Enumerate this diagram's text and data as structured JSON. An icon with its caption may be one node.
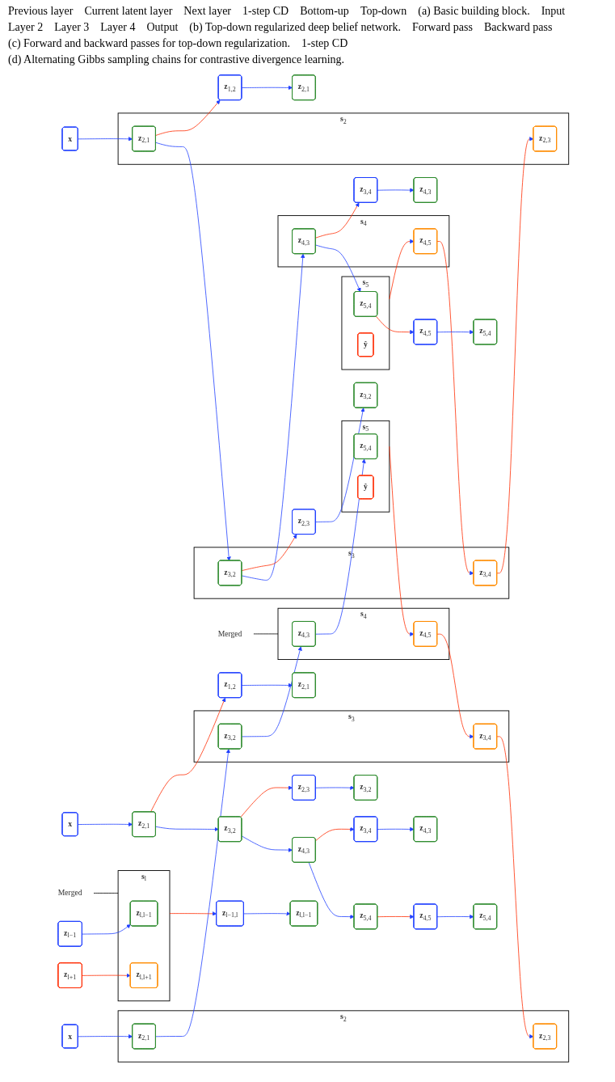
{
  "diagram": {
    "nodes": [
      {
        "text": [
          "**z**$_{l−1}$"
        ]
      },
      {
        "text": [
          "**s**$_{l}$"
        ]
      },
      {
        "text": [
          "**z**$_{l,l−1}$"
        ],
        "in": 1
      },
      {
        "text": [
          "**z**$_{l,l+1}$"
        ],
        "in": 1
      },
      {
        "text": [
          "**z**$_{l+1}$"
        ]
      },
      {
        "text": [
          "**z**$_{l−1,l}$"
        ]
      },
      {
        "text": [
          "**z**$_{l,l−1}$"
        ]
      },
      {
        "text": [
          "Merged"
        ]
      },
      {
        "text": [
          "**x**"
        ]
      },
      {
        "text": [
          "**s**$_{2}$"
        ]
      },
      {
        "text": [
          "**z**$_{2,1}$"
        ],
        "in": 9
      },
      {
        "text": [
          "**z**$_{2,3}$"
        ],
        "in": 9
      },
      {
        "text": [
          "**s**$_{3}$"
        ]
      },
      {
        "text": [
          "**z**$_{3,2}$"
        ],
        "in": 12
      },
      {
        "text": [
          "**z**$_{3,4}$"
        ],
        "in": 12
      },
      {
        "text": [
          "**s**$_{4}$"
        ]
      },
      {
        "text": [
          "**z**$_{4,3}$"
        ],
        "in": 15
      },
      {
        "text": [
          "**z**$_{4,5}$"
        ],
        "in": 15
      },
      {
        "text": [
          "**s**$_{5}$"
        ]
      },
      {
        "text": [
          "**z**$_{5,4}$"
        ],
        "in": 18
      },
      {
        "text": [
          "**ŷ**"
        ],
        "in": 18
      },
      {
        "text": [
          "**z**$_{1,2}$"
        ]
      },
      {
        "text": [
          "**z**$_{2,1}$"
        ]
      },
      {
        "text": [
          "**z**$_{2,3}$"
        ]
      },
      {
        "text": [
          "**z**$_{3,2}$"
        ]
      },
      {
        "text": [
          "**z**$_{3,4}$"
        ]
      },
      {
        "text": [
          "**z**$_{4,3}$"
        ]
      },
      {
        "text": [
          "**z**$_{4,5}$"
        ]
      },
      {
        "text": [
          "**z**$_{5,4}$"
        ]
      },
      {
        "text": [
          "**x**"
        ]
      },
      {
        "text": [
          "**s**$_{2}$"
        ]
      },
      {
        "text": [
          "**z**$_{2,1}$"
        ],
        "in": 30
      },
      {
        "text": [
          "**z**$_{2,3}$"
        ],
        "in": 30
      },
      {
        "text": [
          "**s**$_{3}$"
        ]
      },
      {
        "text": [
          "**z**$_{3,2}$"
        ],
        "in": 33
      },
      {
        "text": [
          "**z**$_{3,4}$"
        ],
        "in": 33
      },
      {
        "text": [
          "**s**$_{4}$"
        ]
      },
      {
        "text": [
          "**z**$_{4,3}$"
        ],
        "in": 36
      },
      {
        "text": [
          "**z**$_{4,5}$"
        ],
        "in": 36
      },
      {
        "text": [
          "**s**$_{5}$"
        ]
      },
      {
        "text": [
          "**z**$_{5,4}$"
        ],
        "in": 39
      },
      {
        "text": [
          "**ŷ**"
        ],
        "in": 39
      },
      {
        "text": [
          "Merged"
        ]
      },
      {
        "text": [
          "**x**"
        ]
      },
      {
        "text": [
          "**z**$_{2,1}$"
        ]
      },
      {
        "text": [
          "**z**$_{3,2}$"
        ]
      },
      {
        "text": [
          "**z**$_{4,3}$"
        ]
      },
      {
        "text": [
          "**z**$_{5,4}$"
        ]
      },
      {
        "text": [
          "**z**$_{1,2}$"
        ]
      },
      {
        "text": [
          "**z**$_{2,1}$"
        ]
      },
      {
        "text": [
          "**z**$_{2,3}$"
        ]
      },
      {
        "text": [
          "**z**$_{3,2}$"
        ]
      },
      {
        "text": [
          "**z**$_{3,4}$"
        ]
      },
      {
        "text": [
          "**z**$_{4,3}$"
        ]
      },
      {
        "text": [
          "**z**$_{4,5}$"
        ]
      },
      {
        "text": [
          "**z**$_{5,4}$"
        ]
      }
    ],
    "edges": [
      {
        "from": 0,
        "to": 2,
        "arrow": "to"
      },
      {
        "from": 4,
        "to": 3,
        "arrow": "to",
        "color": "#ff2a00"
      },
      {
        "from": 1,
        "to": 5,
        "arrow": "to",
        "color": "#ff2a00"
      },
      {
        "from": 5,
        "to": 6,
        "arrow": "to"
      },
      {
        "from": 7,
        "to": 1,
        "arrow": "none",
        "color": "#000000"
      },
      {
        "from": 8,
        "to": 10,
        "arrow": "to"
      },
      {
        "from": 10,
        "to": 13,
        "arrow": "to"
      },
      {
        "from": 13,
        "to": 16,
        "arrow": "to"
      },
      {
        "from": 16,
        "to": 19,
        "arrow": "to"
      },
      {
        "from": 18,
        "to": 17,
        "arrow": "to",
        "color": "#ff2a00"
      },
      {
        "from": 17,
        "to": 14,
        "arrow": "to",
        "color": "#ff2a00"
      },
      {
        "from": 14,
        "to": 11,
        "arrow": "to",
        "color": "#ff2a00"
      },
      {
        "from": 10,
        "to": 21,
        "arrow": "to",
        "color": "#ff2a00"
      },
      {
        "from": 13,
        "to": 23,
        "arrow": "to",
        "color": "#ff2a00"
      },
      {
        "from": 16,
        "to": 25,
        "arrow": "to",
        "color": "#ff2a00"
      },
      {
        "from": 19,
        "to": 27,
        "arrow": "to",
        "color": "#ff2a00"
      },
      {
        "from": 21,
        "to": 22,
        "arrow": "to"
      },
      {
        "from": 23,
        "to": 24,
        "arrow": "to"
      },
      {
        "from": 25,
        "to": 26,
        "arrow": "to"
      },
      {
        "from": 27,
        "to": 28,
        "arrow": "to"
      },
      {
        "from": 29,
        "to": 31,
        "arrow": "to"
      },
      {
        "from": 31,
        "to": 34,
        "arrow": "to"
      },
      {
        "from": 34,
        "to": 37,
        "arrow": "to"
      },
      {
        "from": 37,
        "to": 40,
        "arrow": "to"
      },
      {
        "from": 39,
        "to": 38,
        "arrow": "to",
        "color": "#ff2a00"
      },
      {
        "from": 38,
        "to": 35,
        "arrow": "to",
        "color": "#ff2a00"
      },
      {
        "from": 35,
        "to": 32,
        "arrow": "to",
        "color": "#ff2a00"
      },
      {
        "from": 42,
        "to": 36,
        "arrow": "none",
        "color": "#000000"
      },
      {
        "from": 43,
        "to": 44,
        "arrow": "to"
      },
      {
        "from": 44,
        "to": 45,
        "arrow": "to"
      },
      {
        "from": 45,
        "to": 46,
        "arrow": "to"
      },
      {
        "from": 46,
        "to": 47,
        "arrow": "to"
      },
      {
        "from": 44,
        "to": 48,
        "arrow": "to",
        "color": "#ff2a00"
      },
      {
        "from": 45,
        "to": 50,
        "arrow": "to",
        "color": "#ff2a00"
      },
      {
        "from": 46,
        "to": 52,
        "arrow": "to",
        "color": "#ff2a00"
      },
      {
        "from": 47,
        "to": 54,
        "arrow": "to",
        "color": "#ff2a00"
      },
      {
        "from": 48,
        "to": 49,
        "arrow": "to"
      },
      {
        "from": 50,
        "to": 51,
        "arrow": "to"
      },
      {
        "from": 52,
        "to": 53,
        "arrow": "to"
      },
      {
        "from": 54,
        "to": 55,
        "arrow": "to"
      }
    ],
    "labels": [
      "Previous layer",
      "Current latent layer",
      "Next layer",
      "1-step CD",
      "Bottom-up",
      "Top-down",
      "(a) Basic building block.",
      "Input",
      "Layer 2",
      "Layer 3",
      "Layer 4",
      "Output",
      "(b) Top-down regularized deep belief network.",
      "Forward pass",
      "Backward pass",
      "(c) Forward and backward passes for top-down regularization.",
      "1-step CD",
      "(d) Alternating Gibbs sampling chains for contrastive divergence learning."
    ]
  }
}
